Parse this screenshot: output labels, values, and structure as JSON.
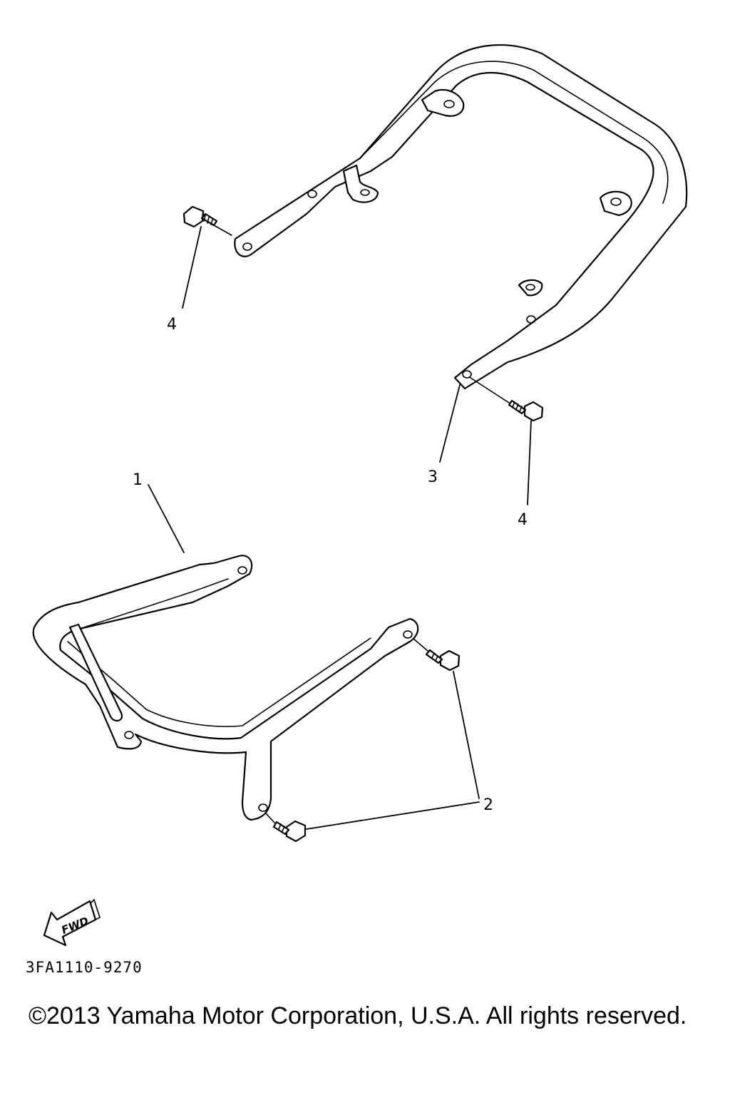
{
  "diagram": {
    "callouts": {
      "part1": "1",
      "part2": "2",
      "part3": "3",
      "part4_left": "4",
      "part4_right": "4"
    },
    "direction_marker": "FWD",
    "drawing_code": "3FA1110-9270",
    "copyright": "©2013 Yamaha Motor Corporation, U.S.A. All rights reserved."
  }
}
